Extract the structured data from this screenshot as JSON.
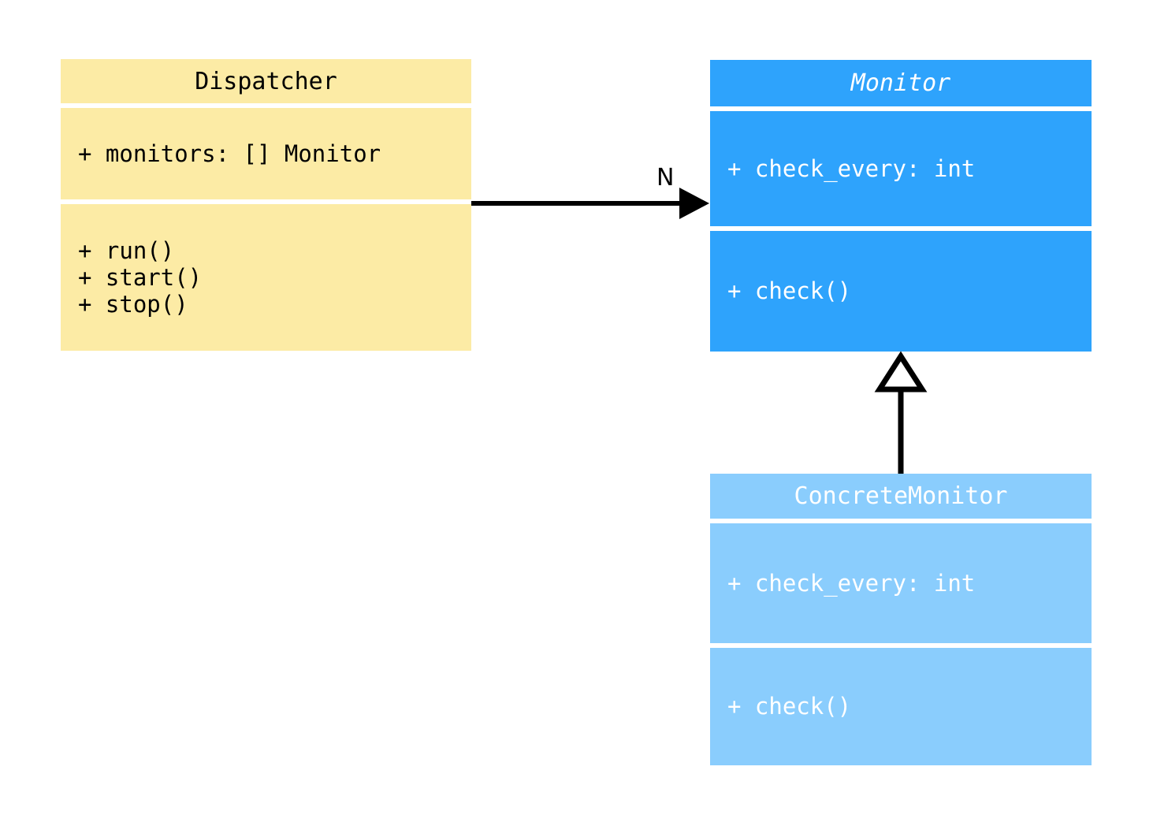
{
  "diagram": {
    "kind": "uml-class-diagram",
    "background": "#ffffff",
    "classes": [
      {
        "id": "dispatcher",
        "name": "Dispatcher",
        "abstract": false,
        "fill": "#fceba5",
        "text_color": "#000000",
        "attributes": [
          "+ monitors: [] Monitor"
        ],
        "methods": [
          "+ run()",
          "+ start()",
          "+ stop()"
        ]
      },
      {
        "id": "monitor",
        "name": "Monitor",
        "abstract": true,
        "fill": "#2ea3fc",
        "text_color": "#ffffff",
        "attributes": [
          "+ check_every: int"
        ],
        "methods": [
          "+ check()"
        ]
      },
      {
        "id": "concretemonitor",
        "name": "ConcreteMonitor",
        "abstract": false,
        "fill": "#8acdfd",
        "text_color": "#ffffff",
        "attributes": [
          "+ check_every: int"
        ],
        "methods": [
          "+ check()"
        ]
      }
    ],
    "relationships": [
      {
        "id": "dispatcher-monitor-association",
        "type": "association",
        "from": "dispatcher",
        "to": "monitor",
        "arrowhead": "filled-triangle",
        "label": "N",
        "line_color": "#000000"
      },
      {
        "id": "concretemonitor-monitor-inheritance",
        "type": "generalization",
        "from": "concretemonitor",
        "to": "monitor",
        "arrowhead": "hollow-triangle",
        "label": "",
        "line_color": "#000000"
      }
    ]
  }
}
